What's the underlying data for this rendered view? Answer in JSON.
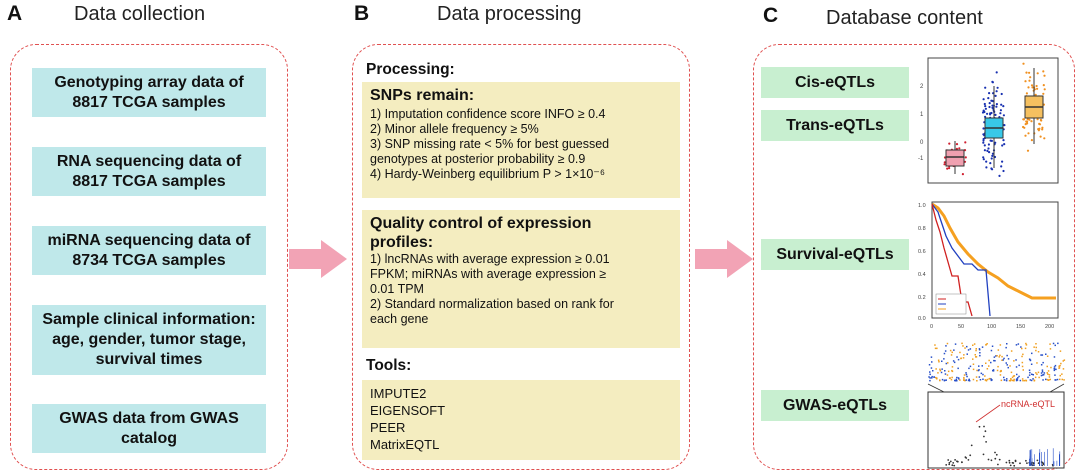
{
  "panels": [
    {
      "letter": "A",
      "title": "Data collection"
    },
    {
      "letter": "B",
      "title": "Data processing"
    },
    {
      "letter": "C",
      "title": "Database content"
    }
  ],
  "data_collection": [
    {
      "line1": "Genotyping array data of",
      "line2": "8817 TCGA samples"
    },
    {
      "line1": "RNA sequencing data of",
      "line2": "8817 TCGA samples"
    },
    {
      "line1": "miRNA sequencing data of",
      "line2": "8734 TCGA samples"
    },
    {
      "line1": "Sample clinical information:",
      "line2": "age, gender, tumor stage,",
      "line3": "survival times"
    },
    {
      "line1": "GWAS data from GWAS",
      "line2": "catalog"
    }
  ],
  "processing": {
    "heading": "Processing:",
    "snps": {
      "title": "SNPs remain:",
      "items": [
        "1) Imputation confidence score INFO ≥ 0.4",
        "2) Minor allele frequency ≥ 5%",
        "3) SNP missing rate < 5% for best guessed",
        "genotypes at posterior probability ≥ 0.9",
        "4) Hardy-Weinberg equilibrium P > 1×10⁻⁶"
      ]
    },
    "qc": {
      "title_line1": "Quality control of expression",
      "title_line2": "profiles:",
      "items": [
        "1) lncRNAs with average expression ≥ 0.01",
        "FPKM; miRNAs with average expression ≥",
        "0.01 TPM",
        "2) Standard normalization based on rank for",
        "each gene"
      ]
    },
    "tools_heading": "Tools:",
    "tools": [
      "IMPUTE2",
      "EIGENSOFT",
      "PEER",
      "MatrixEQTL"
    ]
  },
  "database_content": {
    "labels": [
      "Cis-eQTLs",
      "Trans-eQTLs",
      "Survival-eQTLs",
      "GWAS-eQTLs"
    ],
    "boxplot_yticks": [
      "2",
      "1",
      "0",
      "-1"
    ],
    "km_yticks": [
      "1.0",
      "0.8",
      "0.6",
      "0.4",
      "0.2",
      "0.0"
    ],
    "km_xticks": [
      "0",
      "50",
      "100",
      "150",
      "200"
    ],
    "gwas_annotation": "ncRNA-eQTL"
  },
  "colors": {
    "dash": "#e05050",
    "cyan": "#bfe8ea",
    "yellow": "#f4edc0",
    "green": "#c8efd0",
    "arrow": "#f2a3b5"
  }
}
